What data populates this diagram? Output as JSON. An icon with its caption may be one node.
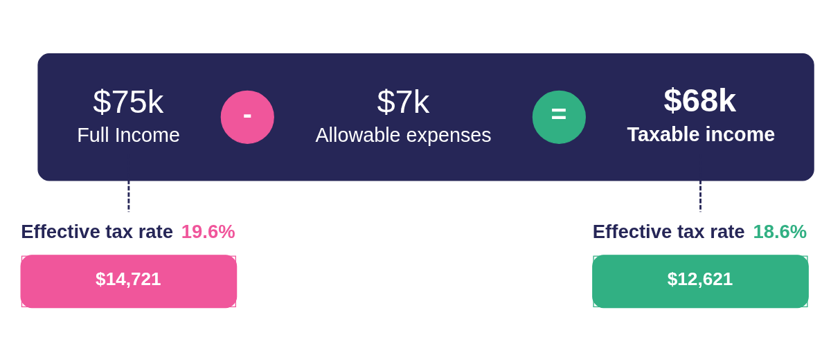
{
  "diagram": {
    "nodes": [
      {
        "text": [],
        "shape": "box"
      },
      {
        "text": [
          "$75k",
          "Full Income"
        ],
        "in": 0
      },
      {
        "text": [
          "-"
        ],
        "in": 0
      },
      {
        "text": [
          "$7k",
          "Allowable expenses"
        ],
        "in": 0
      },
      {
        "text": [
          "="
        ],
        "in": 0
      },
      {
        "text": [
          "$68k",
          "Taxable income"
        ],
        "in": 0
      },
      {
        "text": [
          "Effective tax rate 19.6%",
          "$14,721"
        ]
      },
      {
        "text": [
          "Effective tax rate 18.6%",
          "$12,621"
        ]
      }
    ],
    "edges": [
      {
        "from": 1,
        "to": 6,
        "arrow": "none",
        "style": "dashed"
      },
      {
        "from": 5,
        "to": 7,
        "arrow": "none",
        "style": "dashed"
      }
    ]
  }
}
